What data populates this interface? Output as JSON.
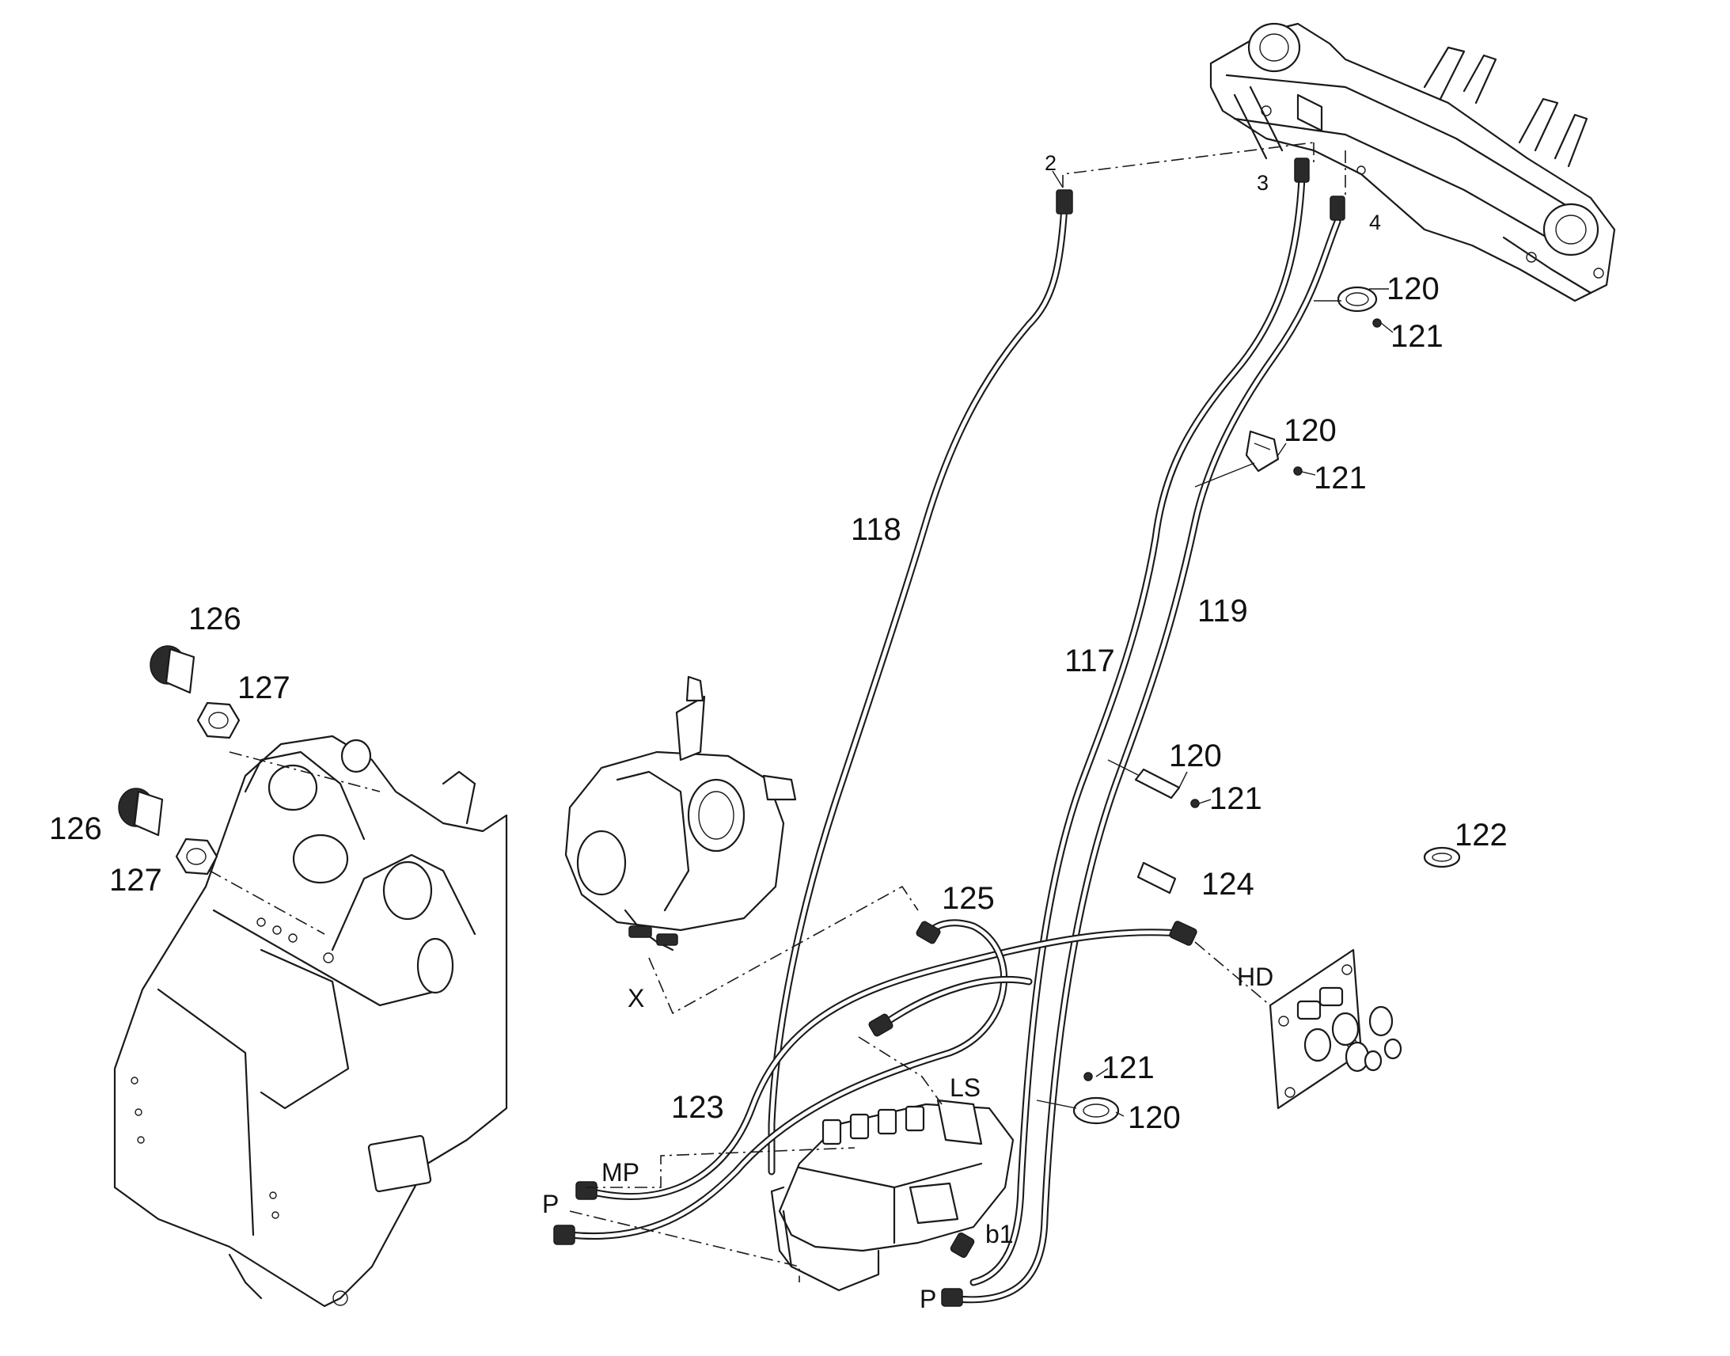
{
  "callouts": {
    "c2": "2",
    "c3": "3",
    "c4": "4",
    "c117": "117",
    "c118": "118",
    "c119": "119",
    "c120a": "120",
    "c121a": "121",
    "c120b": "120",
    "c121b": "121",
    "c120c": "120",
    "c121c": "121",
    "c120d": "120",
    "c121d": "121",
    "c122": "122",
    "c123": "123",
    "c124": "124",
    "c125": "125",
    "c126a": "126",
    "c127a": "127",
    "c126b": "126",
    "c127b": "127"
  },
  "port_labels": {
    "x": "X",
    "hd": "HD",
    "ls": "LS",
    "mp": "MP",
    "p_left": "P",
    "p_bottom": "P",
    "b1": "b1"
  }
}
